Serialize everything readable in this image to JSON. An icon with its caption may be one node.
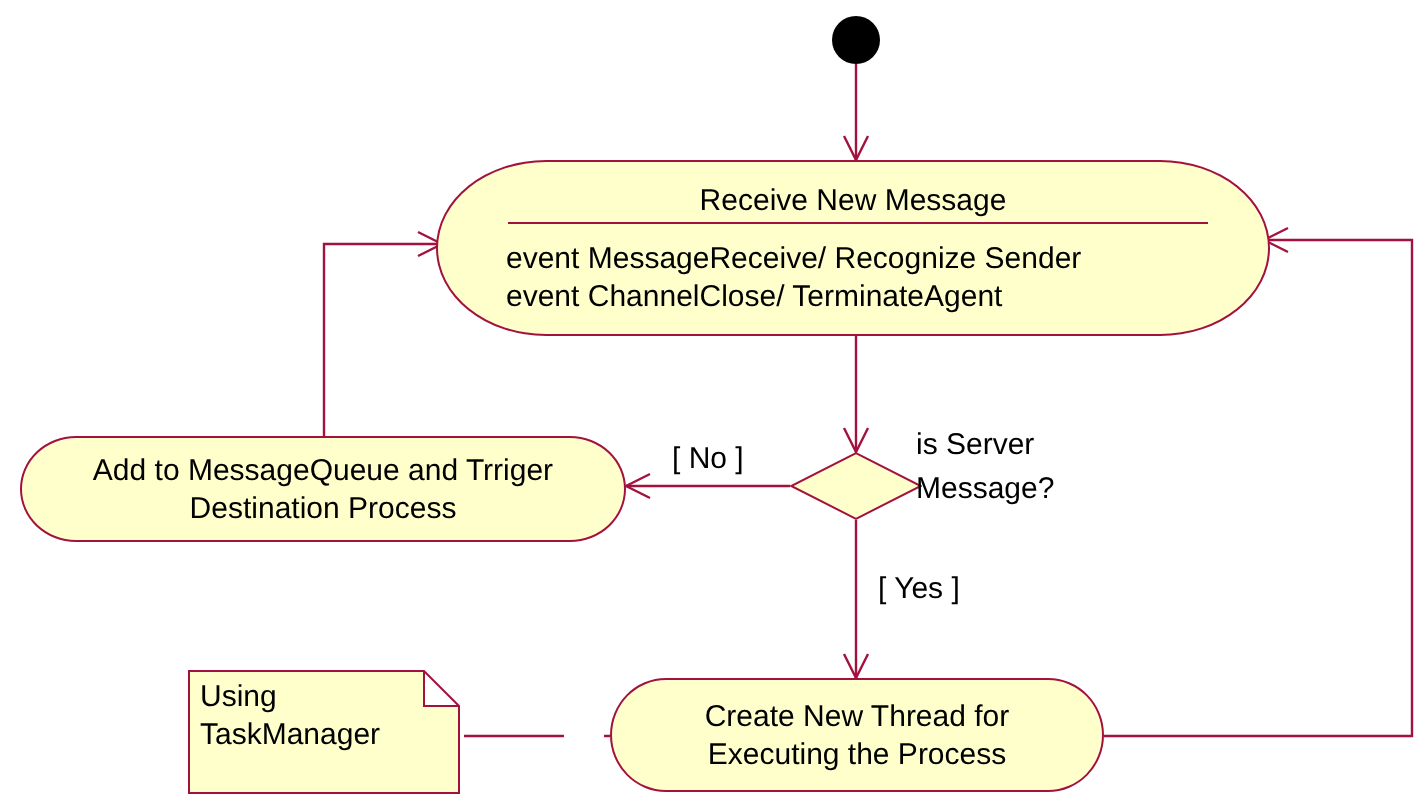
{
  "diagram": {
    "nodes": [
      {
        "text": [],
        "shape": "circle"
      },
      {
        "text": [
          "Receive New Message",
          "event MessageReceive/ Recognize Sender",
          "event ChannelClose/ TerminateAgent"
        ]
      },
      {
        "text": [],
        "shape": "diamond",
        "beside": [
          "is Server Message?"
        ]
      },
      {
        "text": [
          "Add to MessageQueue and Trriger Destination Process"
        ]
      },
      {
        "text": [
          "Create New Thread for Executing the Process"
        ]
      },
      {
        "text": [
          "Using TaskManager"
        ]
      }
    ],
    "edges": [
      {
        "from": 0,
        "to": 1,
        "arrow": "to"
      },
      {
        "from": 1,
        "to": 2,
        "arrow": "to"
      },
      {
        "from": 2,
        "to": 3,
        "arrow": "to",
        "label": "[ No ]"
      },
      {
        "from": 2,
        "to": 4,
        "arrow": "to",
        "label": "[ Yes ]"
      },
      {
        "from": 3,
        "to": 1,
        "arrow": "to"
      },
      {
        "from": 4,
        "to": 1,
        "arrow": "to"
      },
      {
        "from": 5,
        "to": 4,
        "arrow": "none",
        "style": "dashed"
      }
    ]
  }
}
